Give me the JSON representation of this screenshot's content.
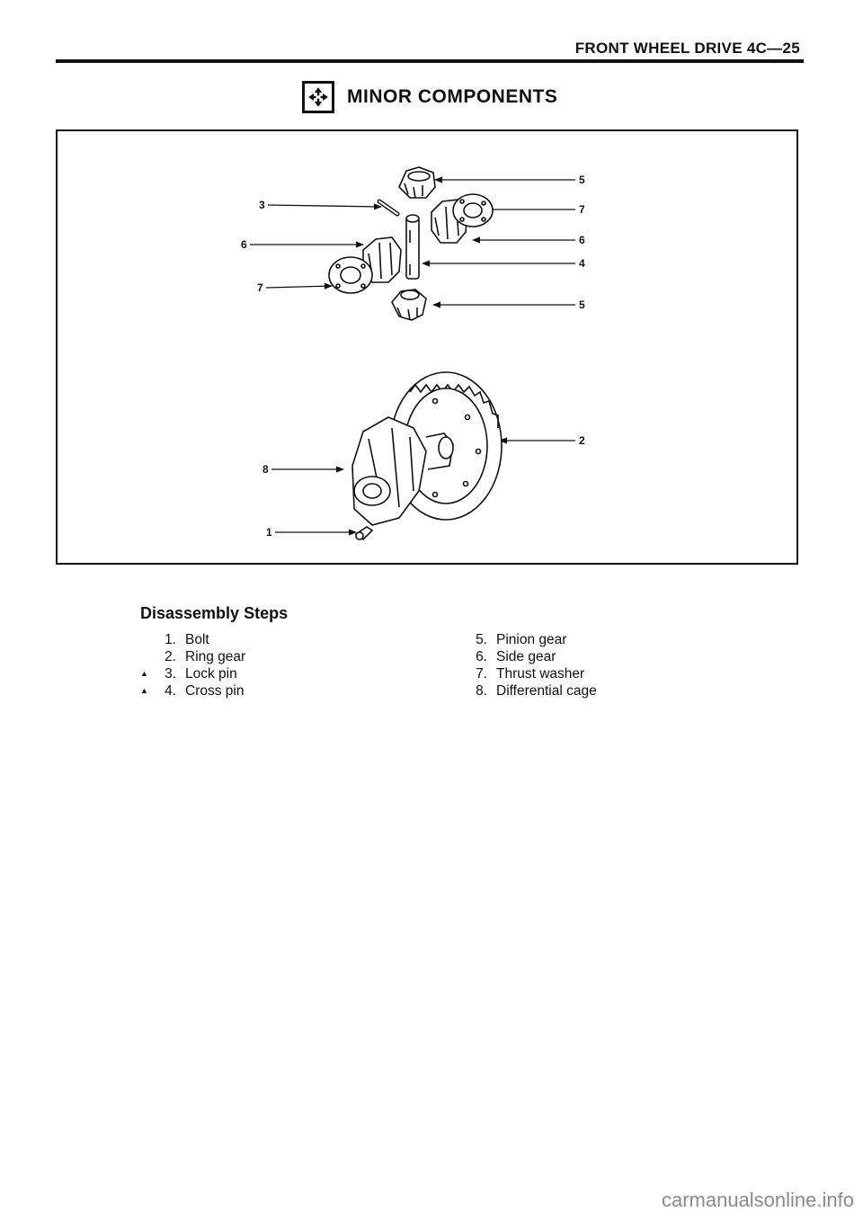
{
  "header": {
    "title": "FRONT WHEEL DRIVE  4C—25"
  },
  "section": {
    "title": "MINOR COMPONENTS",
    "icon": "disassembly-arrows-icon"
  },
  "figure": {
    "callouts_left": [
      "3",
      "6",
      "7",
      "8",
      "1"
    ],
    "callouts_right": [
      "5",
      "7",
      "6",
      "4",
      "5",
      "2"
    ]
  },
  "steps": {
    "heading": "Disassembly Steps",
    "left": [
      {
        "mark": "",
        "num": "1.",
        "text": "Bolt"
      },
      {
        "mark": "",
        "num": "2.",
        "text": "Ring gear"
      },
      {
        "mark": "▲",
        "num": "3.",
        "text": "Lock pin"
      },
      {
        "mark": "▲",
        "num": "4.",
        "text": "Cross pin"
      }
    ],
    "right": [
      {
        "num": "5.",
        "text": "Pinion gear"
      },
      {
        "num": "6.",
        "text": "Side gear"
      },
      {
        "num": "7.",
        "text": "Thrust washer"
      },
      {
        "num": "8.",
        "text": "Differential cage"
      }
    ]
  },
  "watermark": "carmanualsonline.info"
}
